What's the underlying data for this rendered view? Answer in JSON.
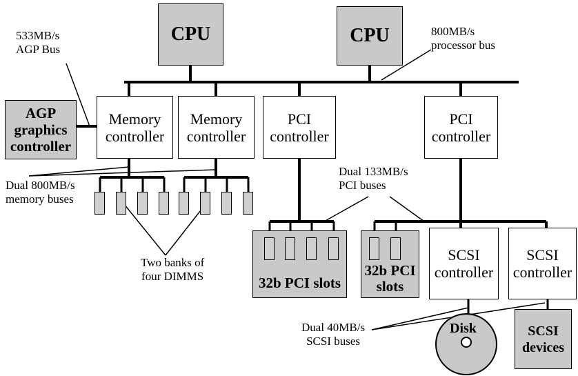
{
  "cpus": [
    {
      "label": "CPU"
    },
    {
      "label": "CPU"
    }
  ],
  "memory_controllers": [
    {
      "line1": "Memory",
      "line2": "controller"
    },
    {
      "line1": "Memory",
      "line2": "controller"
    }
  ],
  "pci_controllers": [
    {
      "line1": "PCI",
      "line2": "controller"
    },
    {
      "line1": "PCI",
      "line2": "controller"
    }
  ],
  "agp": {
    "line1": "AGP",
    "line2": "graphics",
    "line3": "controller"
  },
  "pci_slots": [
    {
      "label": "32b PCI slots"
    },
    {
      "line1": "32b PCI",
      "line2": "slots"
    }
  ],
  "scsi_controllers": [
    {
      "line1": "SCSI",
      "line2": "controller"
    },
    {
      "line1": "SCSI",
      "line2": "controller"
    }
  ],
  "disk": {
    "label": "Disk"
  },
  "scsi_devices": {
    "line1": "SCSI",
    "line2": "devices"
  },
  "annotations": {
    "agp_bus": {
      "line1": "533MB/s",
      "line2": "AGP Bus"
    },
    "processor_bus": {
      "line1": "800MB/s",
      "line2": "processor bus"
    },
    "memory_buses": {
      "line1": "Dual 800MB/s",
      "line2": "memory buses"
    },
    "pci_buses": {
      "line1": "Dual 133MB/s",
      "line2": "PCI buses"
    },
    "dimms": {
      "line1": "Two banks of",
      "line2": "four DIMMS"
    },
    "scsi_buses": {
      "line1": "Dual 40MB/s",
      "line2": "SCSI buses"
    }
  },
  "colors": {
    "box_fill": "#c9c9c9",
    "line": "#000000"
  }
}
